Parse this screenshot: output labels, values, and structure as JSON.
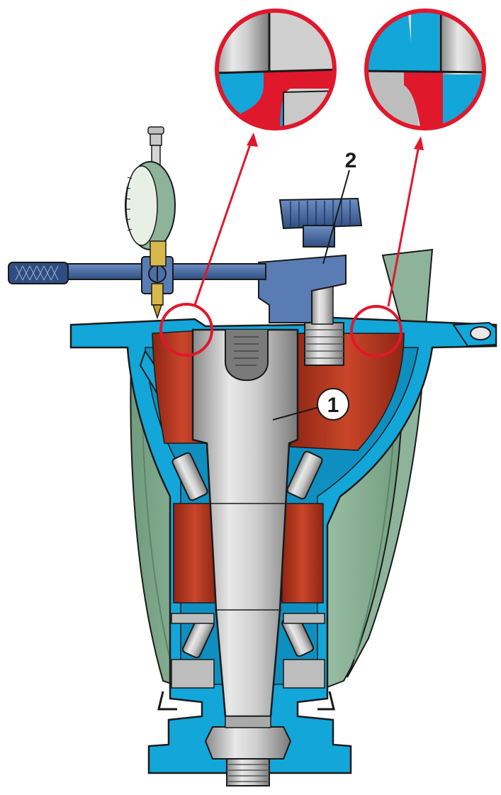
{
  "diagram": {
    "callouts": [
      {
        "id": "1",
        "label": "1"
      },
      {
        "id": "2",
        "label": "2"
      }
    ],
    "colors": {
      "housing": "#12a6d9",
      "housing_dark": "#0b6fa0",
      "hub_green": "#9fc4a8",
      "gap_red": "#b8321c",
      "steel": "#c9c9c9",
      "steel_dark": "#7d7d7d",
      "tool_blue": "#4d6fa8",
      "arrow_red": "#e0182c",
      "outline": "#1a1a1a"
    },
    "icons": [
      "dial-indicator-icon",
      "magnifier-icon"
    ]
  }
}
